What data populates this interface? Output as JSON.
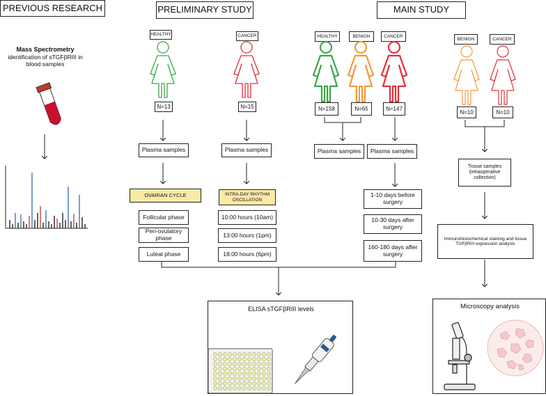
{
  "headers": {
    "previous": "PREVIOUS RESEARCH",
    "preliminary": "PRELIMINARY STUDY",
    "main": "MAIN STUDY"
  },
  "previous": {
    "ms_title": "Mass Spectrometry",
    "ms_desc": "identification of sTGFβRIII in blood samples"
  },
  "preliminary": {
    "healthy": {
      "label": "HEALTHY",
      "n": "N=13",
      "plasma": "Plasma samples",
      "highlight": "OVARIAN CYCLE",
      "phases": [
        "Follicular phase",
        "Peri-ovulatory phase",
        "Luteal phase"
      ]
    },
    "cancer": {
      "label": "CANCER",
      "n": "N=15",
      "plasma": "Plasma samples",
      "highlight": "INTRA-DAY RHYTHM OSCILLATION",
      "times": [
        "10:00 hours (10am)",
        "13:00 hours (1pm)",
        "18:00 hours (6pm)"
      ]
    }
  },
  "main": {
    "groups": [
      {
        "label": "HEALTHY",
        "n": "N=158",
        "color": "#3aa845"
      },
      {
        "label": "BENIGN",
        "n": "N=65",
        "color": "#f39a3a"
      },
      {
        "label": "CANCER",
        "n": "N=147",
        "color": "#e0303a"
      }
    ],
    "plasma_left": "Plasma samples",
    "plasma_right": "Plasma samples",
    "timepoints": [
      "1-10 days before surgery",
      "10-30 days after surgery",
      "160-180 days after surgery"
    ],
    "tissue_groups": [
      {
        "label": "BENIGN",
        "n": "N=10",
        "color": "#f39a3a"
      },
      {
        "label": "CANCER",
        "n": "N=10",
        "color": "#e0303a"
      }
    ],
    "tissue": "Tissue samples (intraoperative collection)",
    "ihc": "Immunohistochemical staining and tissue TGFβRIII expression analysis"
  },
  "outputs": {
    "elisa": "ELISA sTGFβRIII levels",
    "microscopy": "Microscopy analysis"
  },
  "colors": {
    "healthy": "#3aa845",
    "benign": "#f39a3a",
    "cancer": "#e0303a",
    "highlight": "#fbe9a6"
  }
}
